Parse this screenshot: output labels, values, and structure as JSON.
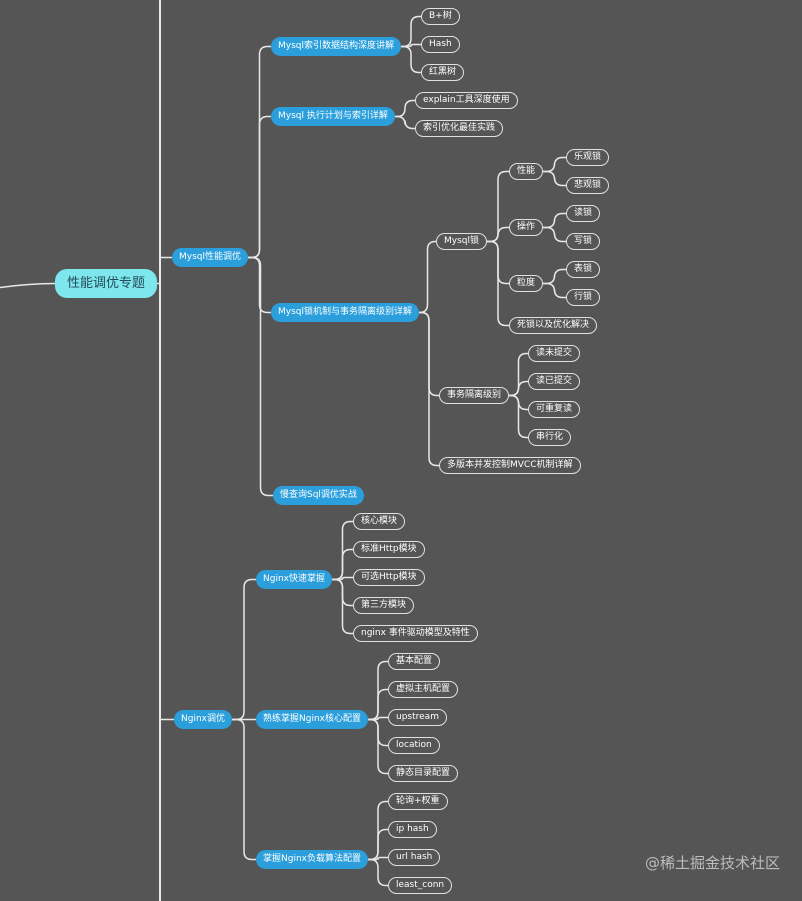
{
  "watermark": "@稀土掘金技术社区",
  "mindmap": {
    "root": "性能调优专题",
    "mysql": {
      "label": "Mysql性能调优",
      "index": {
        "label": "Mysql索引数据结构深度讲解",
        "items": [
          "B+树",
          "Hash",
          "红黑树"
        ]
      },
      "explain": {
        "label": "Mysql 执行计划与索引详解",
        "items": [
          "explain工具深度使用",
          "索引优化最佳实践"
        ]
      },
      "lock": {
        "label": "Mysql锁机制与事务隔离级别详解",
        "mysql_lock": {
          "label": "Mysql锁",
          "performance": {
            "label": "性能",
            "items": [
              "乐观锁",
              "悲观锁"
            ]
          },
          "operation": {
            "label": "操作",
            "items": [
              "读锁",
              "写锁"
            ]
          },
          "granularity": {
            "label": "粒度",
            "items": [
              "表锁",
              "行锁"
            ]
          },
          "deadlock": "死锁以及优化解决"
        },
        "isolation": {
          "label": "事务隔离级别",
          "items": [
            "读未提交",
            "读已提交",
            "可重复读",
            "串行化"
          ]
        },
        "mvcc": "多版本并发控制MVCC机制详解"
      },
      "slow_query": "慢查询Sql调优实战"
    },
    "nginx": {
      "label": "Nginx调优",
      "quick": {
        "label": "Nginx快速掌握",
        "items": [
          "核心模块",
          "标准Http模块",
          "可选Http模块",
          "第三方模块",
          "nginx 事件驱动模型及特性"
        ]
      },
      "config": {
        "label": "熟练掌握Nginx核心配置",
        "items": [
          "基本配置",
          "虚拟主机配置",
          "upstream",
          "location",
          "静态目录配置"
        ]
      },
      "lb": {
        "label": "掌握Nginx负载算法配置",
        "items": [
          "轮询+权重",
          "ip hash",
          "url hash",
          "least_conn"
        ]
      }
    }
  }
}
